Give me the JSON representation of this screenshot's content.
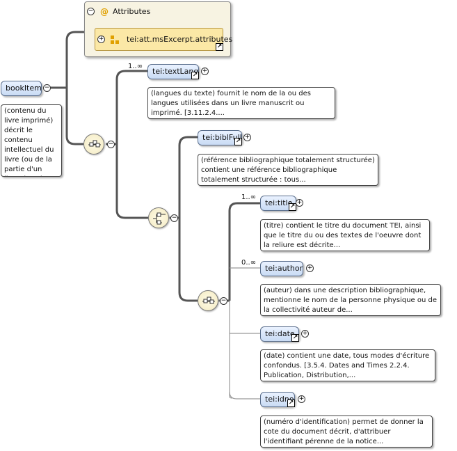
{
  "root": {
    "label": "bookItem",
    "description": "(contenu du livre imprimé) décrit le contenu intellectuel du livre (ou de la partie d'un livre dans le cas des..."
  },
  "attributes": {
    "title": "Attributes",
    "group_label": "tei:att.msExcerpt.attributes"
  },
  "text_lang": {
    "label": "tei:textLang",
    "cardinality": "1..∞",
    "description": "(langues du texte) fournit le nom de la ou des langues utilisées dans un livre manuscrit ou imprimé. [3.11.2.4...."
  },
  "bibl_full": {
    "label": "tei:biblFull",
    "description": "(référence bibliographique totalement structurée) contient une référence bibliographique totalement structurée : tous..."
  },
  "title": {
    "label": "tei:title",
    "cardinality": "1..∞",
    "description": "(titre) contient le titre du document TEI, ainsi que le titre du ou des textes de l'oeuvre dont la reliure est décrite..."
  },
  "author": {
    "label": "tei:author",
    "cardinality": "0..∞",
    "description": "(auteur) dans une description bibliographique, mentionne le nom de la personne physique ou de la collectivité auteur de..."
  },
  "date": {
    "label": "tei:date",
    "description": "(date) contient une date, tous modes d'écriture confondus. [3.5.4. Dates and Times 2.2.4. Publication, Distribution,..."
  },
  "idno": {
    "label": "tei:idno",
    "description": "(numéro d'identification) permet de donner la cote du document décrit, d'attribuer l'identifiant pérenne de la notice..."
  },
  "icons": {
    "collapse": "−",
    "expand": "+",
    "link": "↗"
  }
}
